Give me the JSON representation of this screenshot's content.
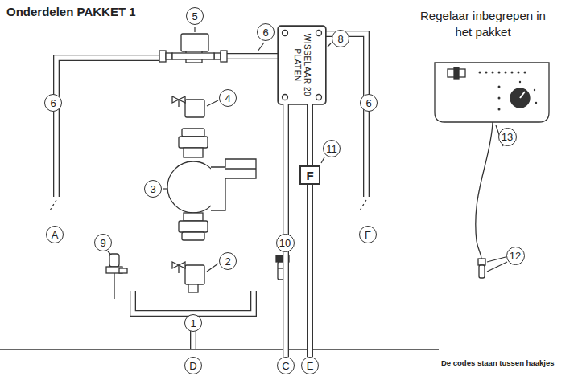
{
  "diagram": {
    "title": "Onderdelen PAKKET 1",
    "nodes": [
      {
        "text": [
          "5"
        ]
      },
      {
        "text": [
          "6"
        ]
      },
      {
        "text": [
          "8"
        ]
      },
      {
        "text": [
          "WISSELAAR 20 PLATEN"
        ]
      },
      {
        "text": [
          "4"
        ]
      },
      {
        "text": [
          "6"
        ]
      },
      {
        "text": [
          "6"
        ]
      },
      {
        "text": [
          "13"
        ]
      },
      {
        "text": [
          "11"
        ]
      },
      {
        "text": [
          "F"
        ]
      },
      {
        "text": [
          "3"
        ]
      },
      {
        "text": [
          "A"
        ]
      },
      {
        "text": [
          "F"
        ]
      },
      {
        "text": [
          "9"
        ]
      },
      {
        "text": [
          "10"
        ]
      },
      {
        "text": [
          "12"
        ]
      },
      {
        "text": [
          "2"
        ]
      },
      {
        "text": [
          "1"
        ]
      },
      {
        "text": [
          "D"
        ]
      },
      {
        "text": [
          "C"
        ]
      },
      {
        "text": [
          "E"
        ]
      }
    ],
    "edges": [
      {
        "from": 3,
        "to": 9,
        "arrow": "none"
      },
      {
        "from": 9,
        "to": 20,
        "arrow": "none"
      },
      {
        "from": 3,
        "to": 19,
        "arrow": "none"
      }
    ],
    "labels": [
      "Regelaar inbegrepen in het pakket",
      "De codes staan tussen haakjes"
    ]
  }
}
